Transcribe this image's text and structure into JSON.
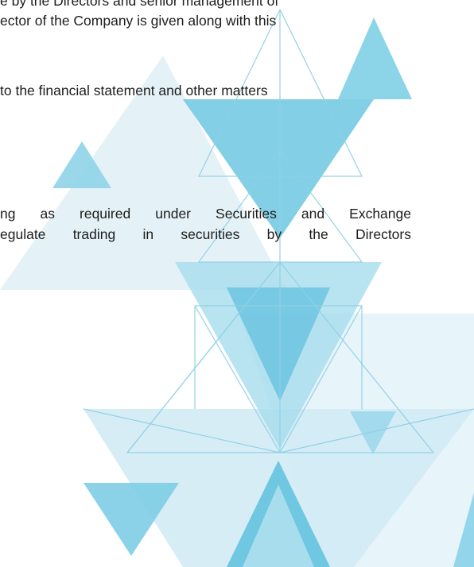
{
  "document": {
    "lines": [
      "e by the Directors and senior management of",
      "ector of the Company is given along with this",
      "to the financial statement and other matters",
      "ng as required under Securities and Exchange",
      "egulate trading in securities by the Directors"
    ]
  },
  "colors": {
    "text": "#1d1d1b",
    "triangle_light": "#d9eef6",
    "triangle_mid": "#a8dcec",
    "triangle_strong": "#6cc4e0",
    "wireframe": "#8fd0e6"
  }
}
